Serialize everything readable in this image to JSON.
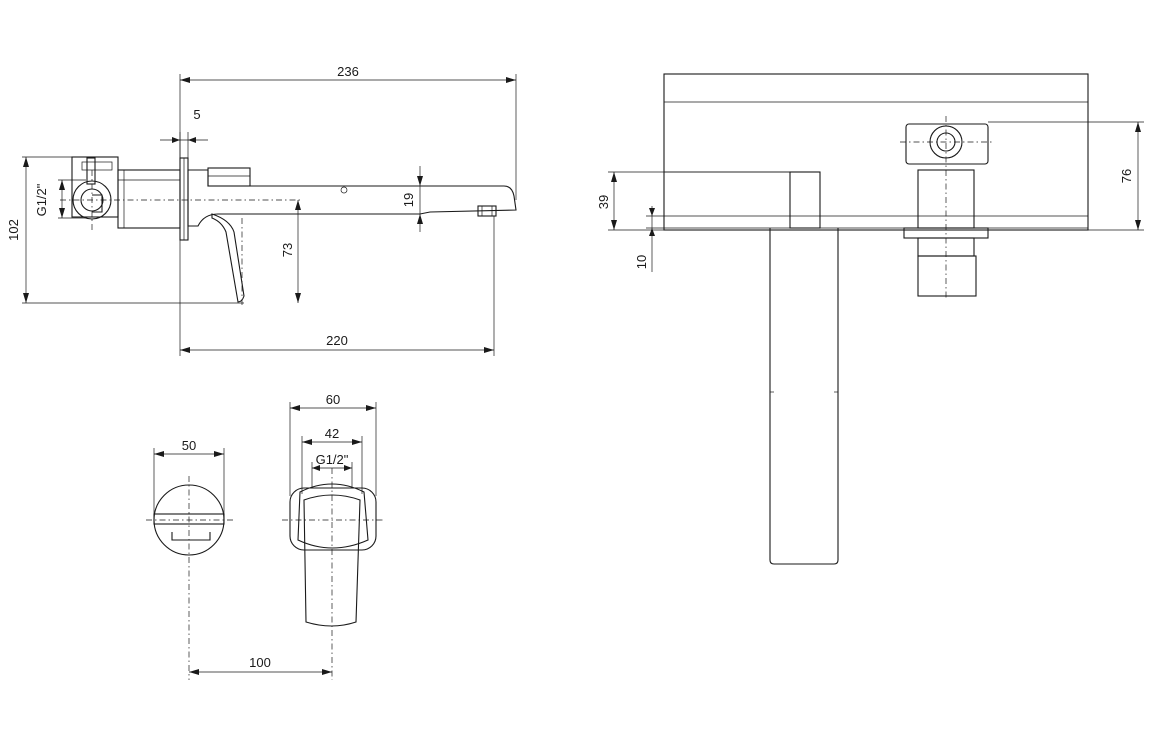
{
  "dimensions": {
    "overall_length": "236",
    "flange_offset": "5",
    "thread_size_side": "G1/2\"",
    "body_height": "102",
    "spout_thickness": "19",
    "handle_height": "73",
    "spout_projection": "220",
    "plate_width": "60",
    "handle_width": "42",
    "thread_size_front": "G1/2\"",
    "spout_diameter": "50",
    "center_distance": "100",
    "recess_depth": "39",
    "flange_depth": "10",
    "box_height": "76"
  }
}
